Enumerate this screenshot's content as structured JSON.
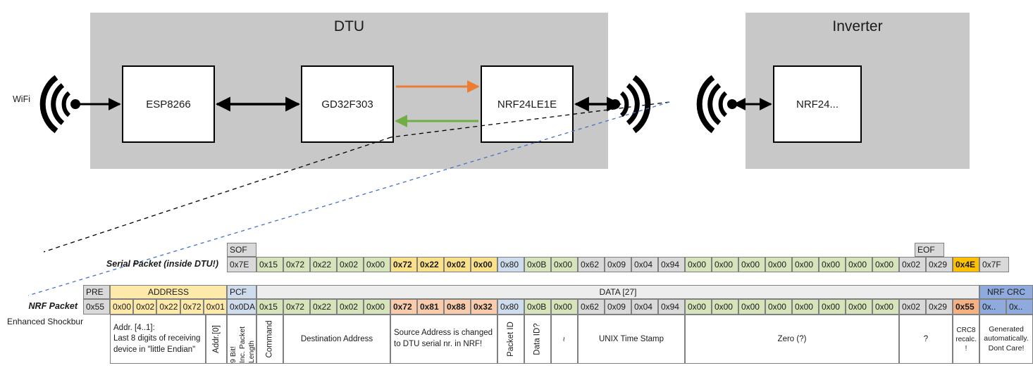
{
  "diagram": {
    "dtu": {
      "title": "DTU",
      "wifi_label": "WiFi",
      "chips": [
        {
          "label": "ESP8266"
        },
        {
          "label": "GD32F303"
        },
        {
          "label": "NRF24LE1E"
        }
      ],
      "arrow_colors": {
        "tx": "#ED7D31",
        "rx": "#70AD47",
        "bus": "#000000"
      }
    },
    "inverter": {
      "title": "Inverter",
      "chips": [
        {
          "label": "NRF24..."
        }
      ]
    }
  },
  "labels": {
    "serial_row": "Serial Packet (inside DTU!)",
    "nrf_row": "NRF Packet",
    "nrf_sub": "Enhanced Shockburst"
  },
  "serial": {
    "sof_header": "SOF",
    "eof_header": "EOF",
    "sof_value": "0x7E",
    "eof_value": "0x7F",
    "cells": [
      {
        "v": "0x15",
        "c": "green"
      },
      {
        "v": "0x72",
        "c": "green"
      },
      {
        "v": "0x22",
        "c": "green"
      },
      {
        "v": "0x02",
        "c": "green"
      },
      {
        "v": "0x00",
        "c": "green"
      },
      {
        "v": "0x72",
        "c": "amber",
        "b": true
      },
      {
        "v": "0x22",
        "c": "amber",
        "b": true
      },
      {
        "v": "0x02",
        "c": "amber",
        "b": true
      },
      {
        "v": "0x00",
        "c": "amber",
        "b": true
      },
      {
        "v": "0x80",
        "c": "blue"
      },
      {
        "v": "0x0B",
        "c": "green"
      },
      {
        "v": "0x00",
        "c": "green"
      },
      {
        "v": "0x62",
        "c": "gray"
      },
      {
        "v": "0x09",
        "c": "gray"
      },
      {
        "v": "0x04",
        "c": "gray"
      },
      {
        "v": "0x94",
        "c": "gray"
      },
      {
        "v": "0x00",
        "c": "green"
      },
      {
        "v": "0x00",
        "c": "green"
      },
      {
        "v": "0x00",
        "c": "green"
      },
      {
        "v": "0x00",
        "c": "green"
      },
      {
        "v": "0x00",
        "c": "green"
      },
      {
        "v": "0x00",
        "c": "green"
      },
      {
        "v": "0x00",
        "c": "green"
      },
      {
        "v": "0x00",
        "c": "green"
      },
      {
        "v": "0x02",
        "c": "gray"
      },
      {
        "v": "0x29",
        "c": "gray"
      },
      {
        "v": "0x4E",
        "c": "orange",
        "b": true
      }
    ]
  },
  "nrf": {
    "headers": {
      "pre": "PRE",
      "address": "ADDRESS",
      "pcf": "PCF",
      "data": "DATA [27]",
      "nrf_crc": "NRF CRC"
    },
    "pre_value": "0x55",
    "address_values": [
      "0x00",
      "0x02",
      "0x22",
      "0x72",
      "0x01"
    ],
    "pcf_value": "0x0DA",
    "crc_values": [
      "0x..",
      "0x.."
    ],
    "cells": [
      {
        "v": "0x15",
        "c": "green"
      },
      {
        "v": "0x72",
        "c": "green"
      },
      {
        "v": "0x22",
        "c": "green"
      },
      {
        "v": "0x02",
        "c": "green"
      },
      {
        "v": "0x00",
        "c": "green"
      },
      {
        "v": "0x72",
        "c": "salmon",
        "b": true
      },
      {
        "v": "0x81",
        "c": "salmon",
        "b": true
      },
      {
        "v": "0x88",
        "c": "salmon",
        "b": true
      },
      {
        "v": "0x32",
        "c": "salmon",
        "b": true
      },
      {
        "v": "0x80",
        "c": "blue"
      },
      {
        "v": "0x0B",
        "c": "green"
      },
      {
        "v": "0x00",
        "c": "green"
      },
      {
        "v": "0x62",
        "c": "gray"
      },
      {
        "v": "0x09",
        "c": "gray"
      },
      {
        "v": "0x04",
        "c": "gray"
      },
      {
        "v": "0x94",
        "c": "gray"
      },
      {
        "v": "0x00",
        "c": "green"
      },
      {
        "v": "0x00",
        "c": "green"
      },
      {
        "v": "0x00",
        "c": "green"
      },
      {
        "v": "0x00",
        "c": "green"
      },
      {
        "v": "0x00",
        "c": "green"
      },
      {
        "v": "0x00",
        "c": "green"
      },
      {
        "v": "0x00",
        "c": "green"
      },
      {
        "v": "0x00",
        "c": "green"
      },
      {
        "v": "0x02",
        "c": "gray"
      },
      {
        "v": "0x29",
        "c": "gray"
      },
      {
        "v": "0x55",
        "c": "crc",
        "b": true
      }
    ]
  },
  "annotations": {
    "address_note": "Addr. [4..1]:\nLast 8 digits of receiving device in \"little Endian\"",
    "addr0": "Addr.[0]",
    "pcf_note_a": "9 Bit!",
    "pcf_note_b": "Inc. Packet",
    "pcf_note_c": "Length",
    "command": "Command",
    "destination": "Destination Address",
    "source_note": "Source Address is changed to DTU serial nr. in NRF!",
    "packet_id": "Packet ID",
    "data_id": "Data ID?",
    "tilde": "~",
    "unix": "UNIX Time Stamp",
    "zero": "Zero (?)",
    "question": "?",
    "crc8": "CRC8 recalc. !",
    "generated": "Generated automatically. Dont Care!"
  }
}
